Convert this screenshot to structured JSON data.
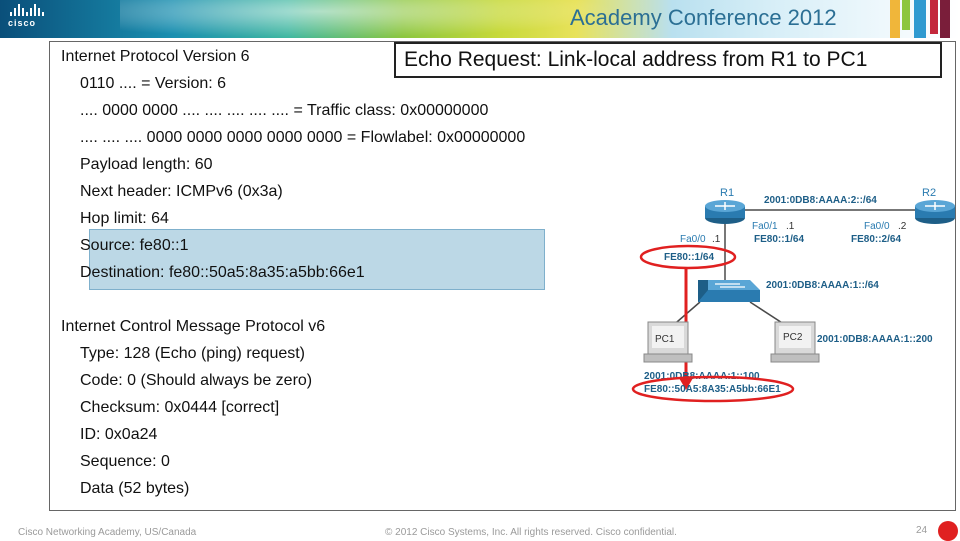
{
  "header": {
    "logo_text": "cisco",
    "conference_title": "Academy Conference 2012"
  },
  "slide": {
    "title": "Echo Request: Link-local address from R1 to PC1",
    "ipv6": {
      "heading": "Internet Protocol Version 6",
      "fields": [
        "0110 .... = Version: 6",
        ".... 0000 0000 .... .... .... .... .... = Traffic class: 0x00000000",
        ".... .... .... 0000 0000 0000 0000 0000 = Flowlabel: 0x00000000",
        "Payload length: 60",
        "Next header: ICMPv6 (0x3a)",
        "Hop limit: 64",
        "Source: fe80::1",
        "Destination: fe80::50a5:8a35:a5bb:66e1"
      ]
    },
    "icmpv6": {
      "heading": "Internet Control Message Protocol v6",
      "fields": [
        "Type: 128 (Echo (ping) request)",
        "Code: 0 (Should always be zero)",
        "Checksum: 0x0444 [correct]",
        "ID: 0x0a24",
        "Sequence: 0",
        "Data (52 bytes)"
      ]
    }
  },
  "topology": {
    "r1_label": "R1",
    "r2_label": "R2",
    "r1_r2_network": "2001:0DB8:AAAA:2::/64",
    "r1_fa01_label": "Fa0/1",
    "r1_fa01_host": ".1",
    "r1_fa01_ll": "FE80::1/64",
    "r2_fa00_label": "Fa0/0",
    "r2_fa00_host": ".2",
    "r2_fa00_ll": "FE80::2/64",
    "r1_fa00_label": "Fa0/0",
    "r1_fa00_host": ".1",
    "r1_fa00_ll": "FE80::1/64",
    "lan_network": "2001:0DB8:AAAA:1::/64",
    "pc1_label": "PC1",
    "pc2_label": "PC2",
    "pc1_global": "2001:0DB8:AAAA:1::100",
    "pc1_ll": "FE80::50A5:8A35:A5bb:66E1",
    "pc2_global": "2001:0DB8:AAAA:1::200",
    "highlight_color": "#e02020"
  },
  "footer": {
    "left": "Cisco Networking Academy, US/Canada",
    "center": "© 2012 Cisco Systems, Inc. All rights reserved. Cisco confidential.",
    "page": "24"
  }
}
